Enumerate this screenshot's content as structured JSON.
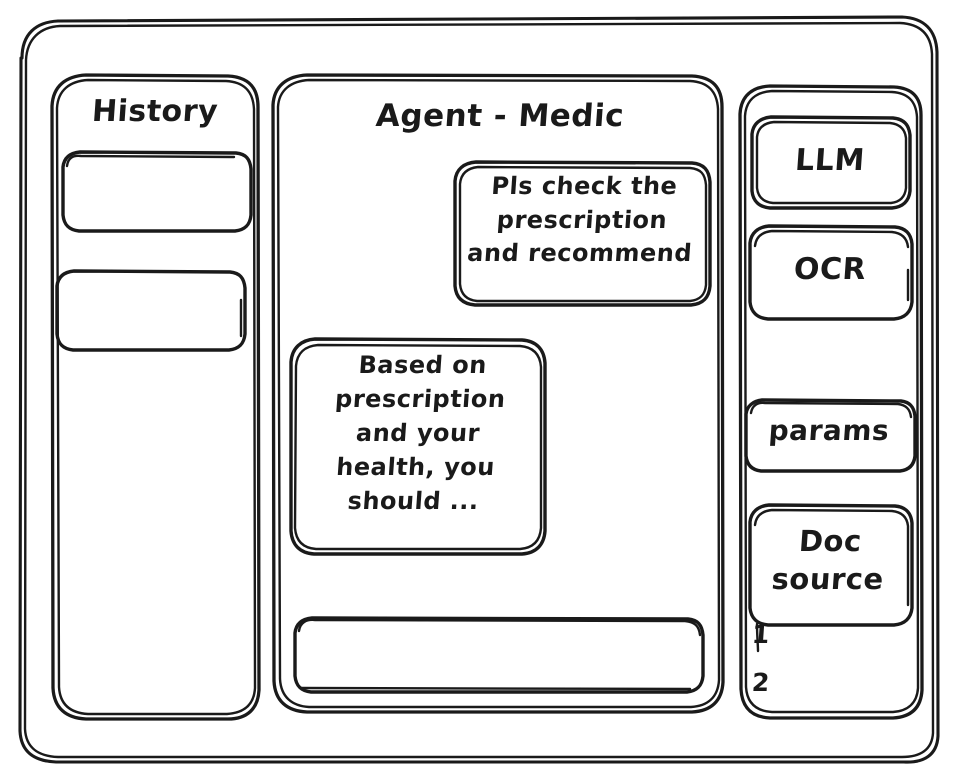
{
  "meta": {
    "style": "hand-drawn wireframe sketch",
    "stroke_color": "#1a1a1a",
    "background_color": "#ffffff"
  },
  "sidebar_left": {
    "title": "History",
    "items": [
      {
        "label": ""
      },
      {
        "label": ""
      }
    ]
  },
  "main": {
    "title": "Agent - Medic",
    "messages": [
      {
        "role": "user",
        "align": "right",
        "text": "Pls check the\nprescription\nand recommend"
      },
      {
        "role": "assistant",
        "align": "left",
        "text": "Based on\nprescription\nand your\nhealth, you\nshould ..."
      }
    ],
    "composer": {
      "value": "",
      "placeholder": ""
    }
  },
  "sidebar_right": {
    "tools": [
      {
        "label": "LLM"
      },
      {
        "label": "OCR"
      },
      {
        "label": "params"
      },
      {
        "label": "Doc\nsource"
      }
    ],
    "doc_list": [
      {
        "label": "1"
      },
      {
        "label": "2"
      }
    ]
  }
}
